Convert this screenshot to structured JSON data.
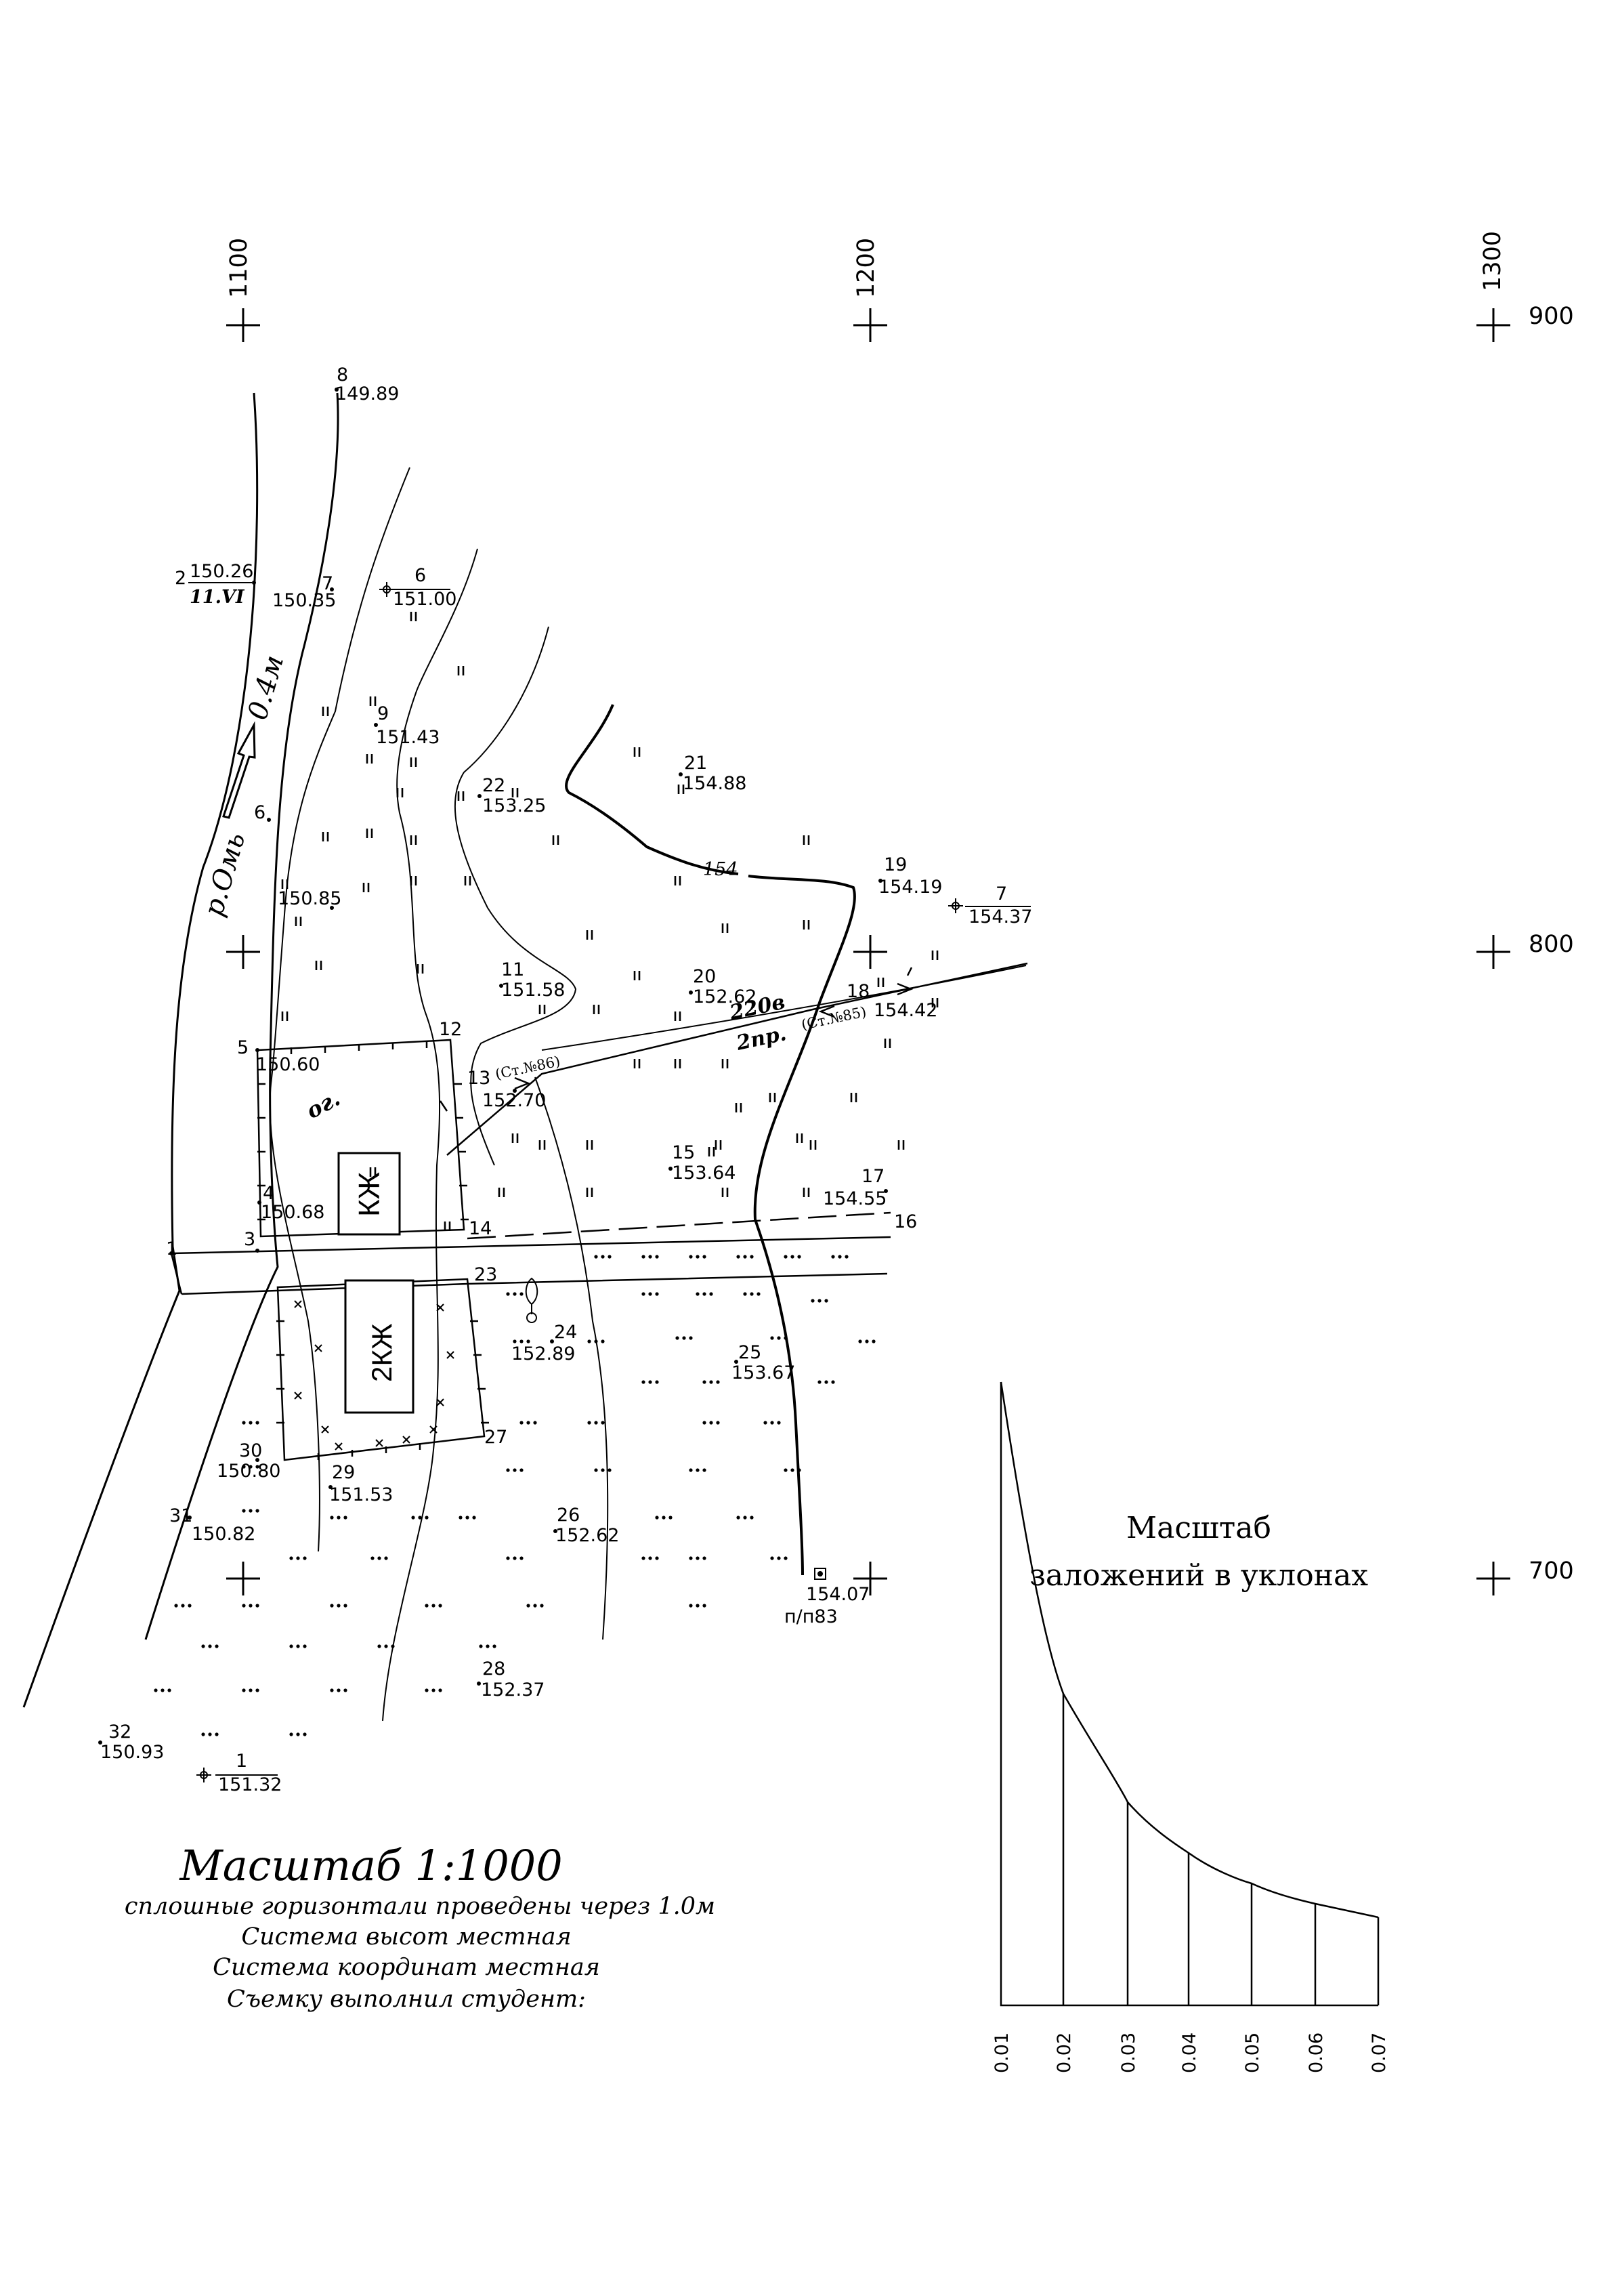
{
  "grid": {
    "x_labels": [
      "1100",
      "1200",
      "1300"
    ],
    "y_labels": [
      "900",
      "800",
      "700"
    ]
  },
  "points": [
    {
      "num": "8",
      "elev": "149.89"
    },
    {
      "num": "2",
      "elev": "150.26",
      "extra": "11.VI"
    },
    {
      "num": "7",
      "elev": "150.35"
    },
    {
      "num": "6",
      "elev": "151.00"
    },
    {
      "num": "9",
      "elev": "151.43"
    },
    {
      "num": "21",
      "elev": "154.88"
    },
    {
      "num": "22",
      "elev": "153.25"
    },
    {
      "num": "6",
      "elev": ""
    },
    {
      "num": "",
      "elev": "150.85"
    },
    {
      "num": "19",
      "elev": "154.19"
    },
    {
      "num": "7",
      "elev": "154.37"
    },
    {
      "num": "11",
      "elev": "151.58"
    },
    {
      "num": "20",
      "elev": "152.62"
    },
    {
      "num": "18",
      "elev": "154.42"
    },
    {
      "num": "5",
      "elev": "150.60"
    },
    {
      "num": "12",
      "elev": ""
    },
    {
      "num": "13",
      "elev": "152.70"
    },
    {
      "num": "15",
      "elev": "153.64"
    },
    {
      "num": "17",
      "elev": "154.55"
    },
    {
      "num": "16",
      "elev": ""
    },
    {
      "num": "4",
      "elev": "150.68"
    },
    {
      "num": "14",
      "elev": ""
    },
    {
      "num": "1",
      "elev": ""
    },
    {
      "num": "3",
      "elev": ""
    },
    {
      "num": "23",
      "elev": ""
    },
    {
      "num": "24",
      "elev": "152.89"
    },
    {
      "num": "25",
      "elev": "153.67"
    },
    {
      "num": "27",
      "elev": ""
    },
    {
      "num": "30",
      "elev": "150.80"
    },
    {
      "num": "29",
      "elev": "151.53"
    },
    {
      "num": "31",
      "elev": "150.82"
    },
    {
      "num": "26",
      "elev": "152.62"
    },
    {
      "num": "",
      "elev": "154.07"
    },
    {
      "num": "28",
      "elev": "152.37"
    },
    {
      "num": "32",
      "elev": "150.93"
    },
    {
      "num": "1",
      "elev": "151.32"
    }
  ],
  "map_labels": {
    "river": "р.Омь",
    "flow": "0.4м",
    "contour": "154",
    "line_num": "220в",
    "line_type": "2пр.",
    "st86": "(Ст.№86)",
    "st85": "(Ст.№85)",
    "garden": "ог.",
    "bld1": "КЖ",
    "bld2": "2КЖ",
    "benchmark": "п/п83"
  },
  "footer": {
    "scale": "Масштаб 1:1000",
    "line1": "сплошные горизонтали проведены через 1.0м",
    "line2": "Система высот местная",
    "line3": "Система координат местная",
    "line4": "Съемку выполнил студент:"
  },
  "slope_scale": {
    "title1": "Масштаб",
    "title2": "заложений в уклонах",
    "ticks": [
      "0.01",
      "0.02",
      "0.03",
      "0.04",
      "0.05",
      "0.06",
      "0.07"
    ]
  }
}
